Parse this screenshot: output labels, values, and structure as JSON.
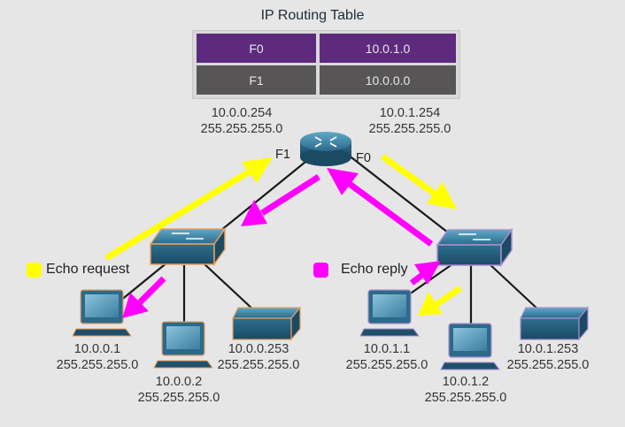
{
  "title": "IP Routing Table",
  "routing_table": [
    {
      "iface": "F0",
      "network": "10.0.1.0"
    },
    {
      "iface": "F1",
      "network": "10.0.0.0"
    }
  ],
  "router": {
    "f1_ip": "10.0.0.254",
    "f1_mask": "255.255.255.0",
    "f0_ip": "10.0.1.254",
    "f0_mask": "255.255.255.0",
    "f1_label": "F1",
    "f0_label": "F0"
  },
  "legend": {
    "request": {
      "label": "Echo request",
      "color": "#ffff00"
    },
    "reply": {
      "label": "Echo reply",
      "color": "#ff00ff"
    }
  },
  "hosts": {
    "left_pc1": {
      "ip": "10.0.0.1",
      "mask": "255.255.255.0"
    },
    "left_pc2": {
      "ip": "10.0.0.2",
      "mask": "255.255.255.0"
    },
    "left_printer": {
      "ip": "10.0.0.253",
      "mask": "255.255.255.0"
    },
    "right_pc1": {
      "ip": "10.0.1.1",
      "mask": "255.255.255.0"
    },
    "right_pc2": {
      "ip": "10.0.1.2",
      "mask": "255.255.255.0"
    },
    "right_printer": {
      "ip": "10.0.1.253",
      "mask": "255.255.255.0"
    }
  },
  "colors": {
    "table_row_purple": "#5e2a7e",
    "table_row_gray": "#575555",
    "device_blue": "#2d6f8f",
    "echo_request": "#ffff00",
    "echo_reply": "#ff00ff"
  }
}
